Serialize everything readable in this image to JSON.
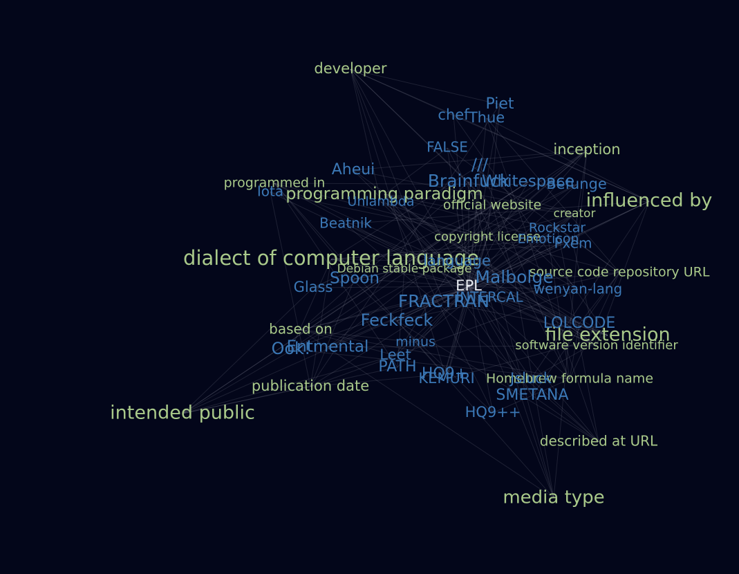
{
  "graph": {
    "center": {
      "label": "EPL",
      "color": "#e9ecf2"
    },
    "colors": {
      "property": "#a9c98a",
      "language": "#3b78b6",
      "edge": "#d8dbe8"
    },
    "property_nodes": [
      "developer",
      "inception",
      "programmed in",
      "programming paradigm",
      "official website",
      "influenced by",
      "creator",
      "copyright license",
      "dialect of computer language",
      "Debian stable package",
      "source code repository URL",
      "based on",
      "file extension",
      "software version identifier",
      "publication date",
      "Homebrew formula name",
      "intended public",
      "described at URL",
      "media type"
    ],
    "language_nodes": [
      "Piet",
      "chef",
      "Thue",
      "FALSE",
      "///",
      "Aheui",
      "Brainfuck",
      "Whitespace",
      "Befunge",
      "Iota",
      "Unlambda",
      "Beatnik",
      "Rockstar",
      "Emoticon",
      "Pxem",
      "INTERCAL",
      "Malbolge",
      "Glass",
      "Spoon",
      "wenyan-lang",
      "FRACTRAN",
      "Feckfeck",
      "LOLCODE",
      "Ook!",
      "Entmental",
      "minus",
      "Leet",
      "PATH",
      "HQ9+",
      "KEMURI",
      "Jsluck",
      "SMETANA",
      "HQ9++",
      "language"
    ]
  }
}
